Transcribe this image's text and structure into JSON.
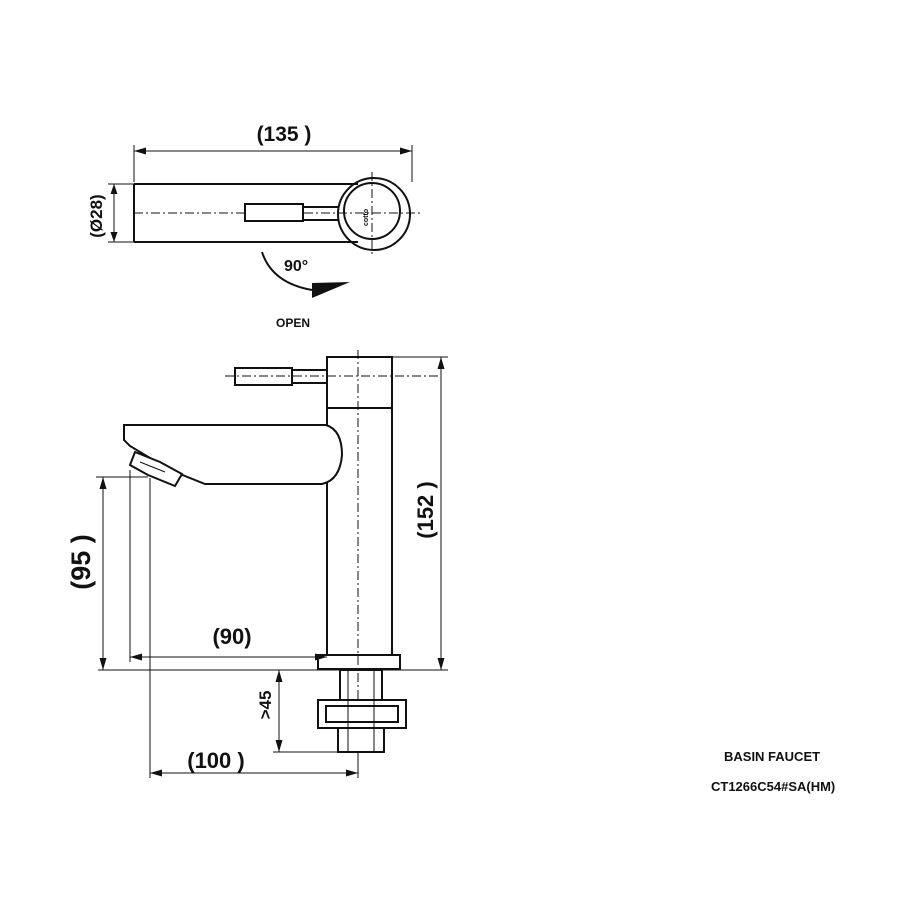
{
  "top_view": {
    "dim_width": "(135 )",
    "dim_diameter": "(Ø28)",
    "rotation_angle": "90°",
    "rotation_label": "OPEN",
    "brand_mark": "cotto"
  },
  "side_view": {
    "dim_height_total": "(152 )",
    "dim_spout_height": "(95 )",
    "dim_spout_reach": "(90)",
    "dim_below_deck": ">45",
    "dim_base_offset": "(100 )"
  },
  "title_block": {
    "product_name": "BASIN FAUCET",
    "model_code": "CT1266C54#SA(HM)"
  }
}
